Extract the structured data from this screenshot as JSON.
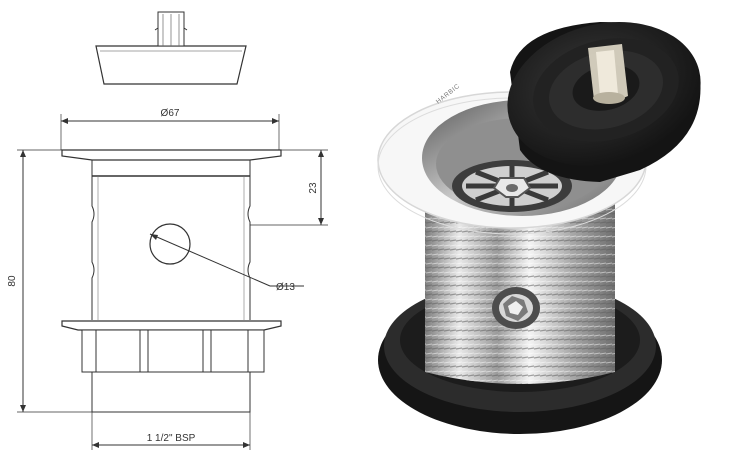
{
  "drawing": {
    "dim_diameter": "Ø67",
    "dim_top_height": "23",
    "dim_hole": "Ø13",
    "dim_total_height": "80",
    "dim_thread": "1 1/2\" BSP"
  },
  "photo": {
    "brand_text": "HARBIC"
  },
  "colors": {
    "line": "#333333",
    "chrome_light": "#e6e6e6",
    "chrome_dark": "#8a8a8a",
    "rubber": "#1e1e1e",
    "white_flange": "#f7f7f7",
    "plug_stem": "#d9d3c2"
  }
}
